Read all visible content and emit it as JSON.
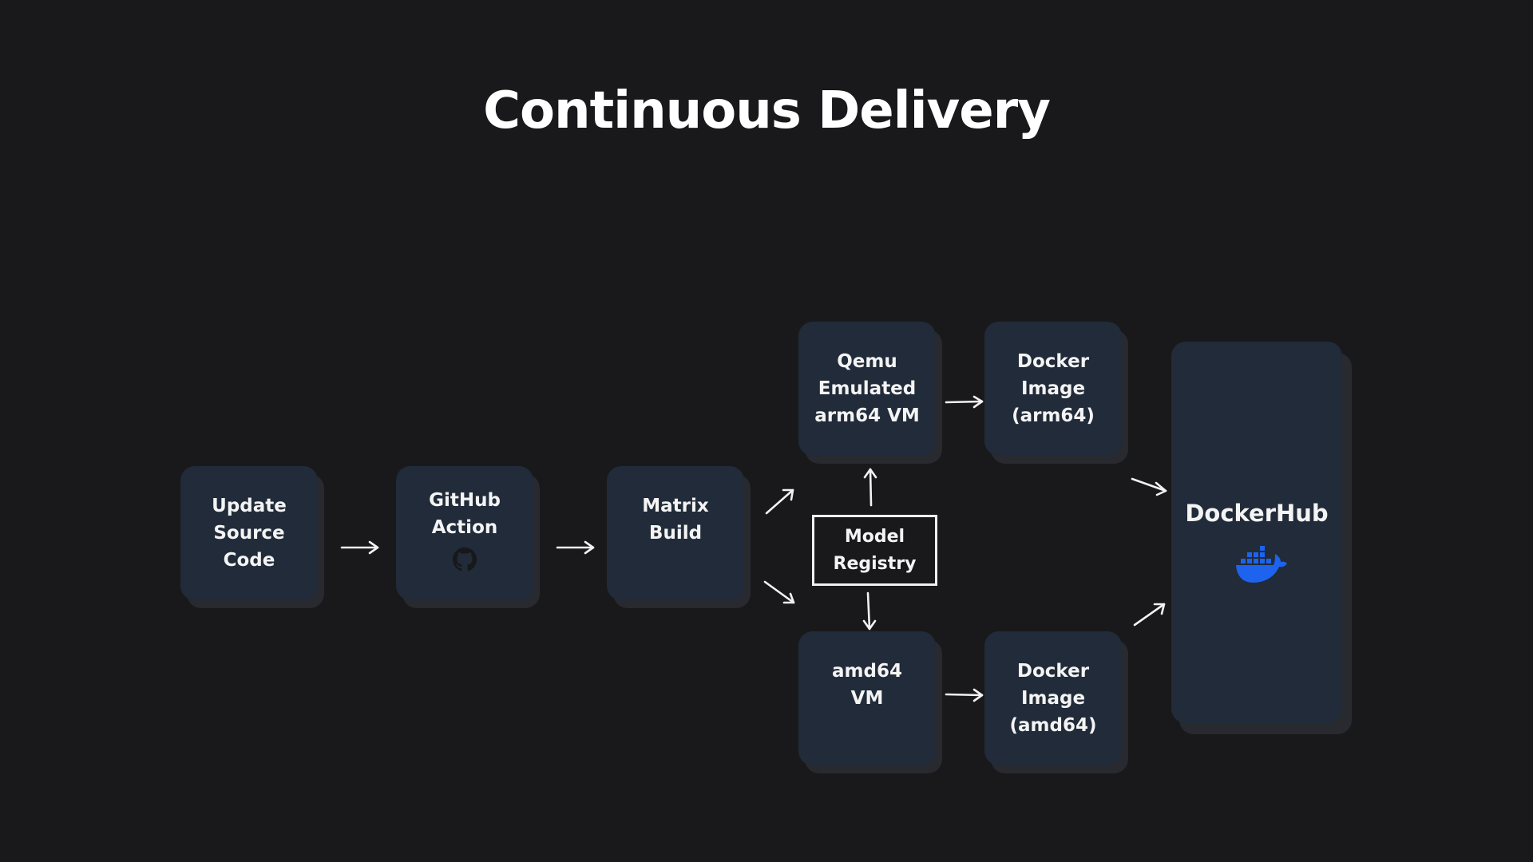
{
  "title": "Continuous Delivery",
  "nodes": {
    "update_source": {
      "label": "Update\nSource\nCode"
    },
    "github_action": {
      "label": "GitHub\nAction",
      "icon": "github-icon"
    },
    "matrix_build": {
      "label": "Matrix\nBuild"
    },
    "qemu_vm": {
      "label": "Qemu\nEmulated\narm64 VM"
    },
    "amd64_vm": {
      "label": "amd64\nVM"
    },
    "docker_arm64": {
      "label": "Docker\nImage\n(arm64)"
    },
    "docker_amd64": {
      "label": "Docker\nImage\n(amd64)"
    },
    "dockerhub": {
      "label": "DockerHub",
      "icon": "docker-whale-icon"
    },
    "model_registry": {
      "label": "Model\nRegistry"
    }
  },
  "edges": [
    {
      "from": "update_source",
      "to": "github_action"
    },
    {
      "from": "github_action",
      "to": "matrix_build"
    },
    {
      "from": "matrix_build",
      "to": "qemu_vm"
    },
    {
      "from": "matrix_build",
      "to": "amd64_vm"
    },
    {
      "from": "model_registry",
      "to": "qemu_vm"
    },
    {
      "from": "model_registry",
      "to": "amd64_vm"
    },
    {
      "from": "qemu_vm",
      "to": "docker_arm64"
    },
    {
      "from": "amd64_vm",
      "to": "docker_amd64"
    },
    {
      "from": "docker_arm64",
      "to": "dockerhub"
    },
    {
      "from": "docker_amd64",
      "to": "dockerhub"
    }
  ],
  "colors": {
    "background": "#19191b",
    "node": "#212b39",
    "node_shadow": "#282a30",
    "docker_blue": "#1d63ed"
  }
}
